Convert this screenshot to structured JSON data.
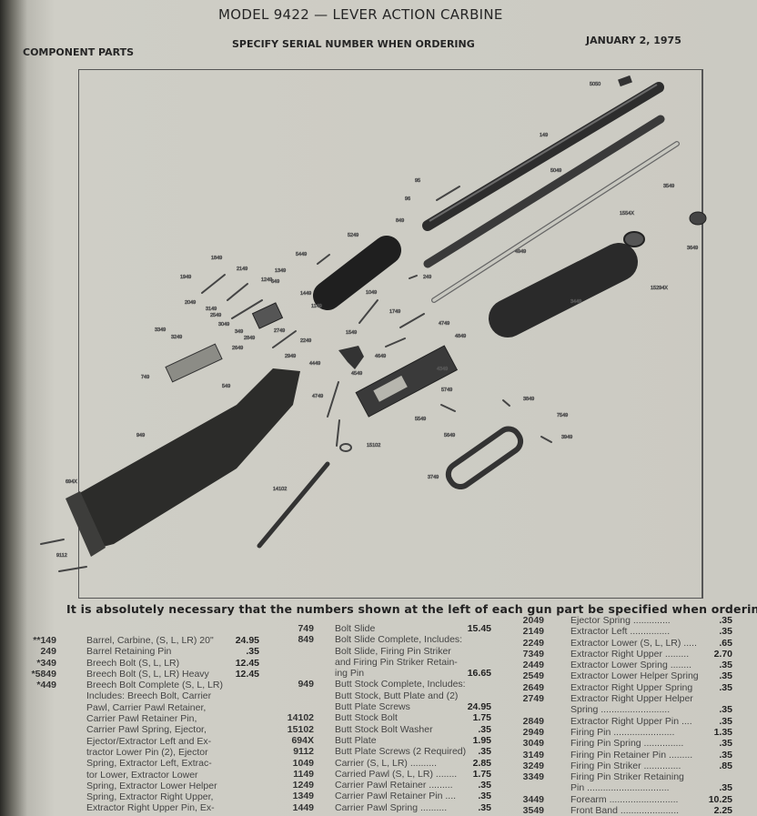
{
  "header": {
    "title": "MODEL 9422 — LEVER ACTION CARBINE",
    "left": "COMPONENT PARTS",
    "center": "SPECIFY SERIAL NUMBER WHEN ORDERING",
    "date": "JANUARY 2, 1975"
  },
  "diagram_labels": {
    "l5049a": "5050",
    "l149": "149",
    "l5049": "5049",
    "l4949": "4949",
    "l3449": "3449",
    "l3549": "3549",
    "l1554": "1554X",
    "l3649": "3649",
    "l1529": "15294X",
    "l249": "249",
    "l5249": "5249",
    "l849": "849",
    "l5449": "5449",
    "l1349": "1349",
    "l1249": "1249",
    "l1449": "1449",
    "l1149": "1149",
    "l1049": "1049",
    "l1749": "1749",
    "l1549": "1549",
    "l4749": "4749",
    "l4849": "4849",
    "l4349": "4349",
    "l4449": "4449",
    "l4549": "4549",
    "l4649": "4649",
    "l4749b": "4749",
    "l15102": "15102",
    "l14102": "14102",
    "l949": "949",
    "l694": "694X",
    "l9112": "9112",
    "l749": "749",
    "l3349": "3349",
    "l3249": "3249",
    "l549": "549",
    "l1849": "1849",
    "l1949": "1949",
    "l2149": "2149",
    "l2049": "2049",
    "l3149": "3149",
    "l2549": "2549",
    "l3049": "3049",
    "l349": "349",
    "l2749": "2749",
    "l2849": "2849",
    "l2249": "2249",
    "l2649": "2649",
    "l2949": "2949",
    "l5749": "5749",
    "l5549": "5549",
    "l5649": "5649",
    "l3849": "3849",
    "l7549": "7549",
    "l3749": "3749",
    "l3949": "3949",
    "l96": "96",
    "l95": "95",
    "l649": "649"
  },
  "notice": "It is absolutely necessary that the numbers shown at the left of each gun part be specified when ordering.",
  "parts_columns": [
    [
      {
        "num": "**149",
        "desc": "Barrel, Carbine, (S, L, LR) 20\"",
        "price": "24.95"
      },
      {
        "num": "249",
        "desc": "Barrel Retaining Pin",
        "price": ".35"
      },
      {
        "num": "*349",
        "desc": "Breech Bolt (S, L, LR)",
        "price": "12.45"
      },
      {
        "num": "*5849",
        "desc": "Breech Bolt (S, L, LR) Heavy",
        "price": "12.45"
      },
      {
        "num": "*449",
        "desc": "Breech Bolt Complete (S, L, LR)",
        "price": ""
      },
      {
        "num": "",
        "desc": "Includes: Breech Bolt, Carrier",
        "price": ""
      },
      {
        "num": "",
        "desc": "Pawl, Carrier Pawl Retainer,",
        "price": ""
      },
      {
        "num": "",
        "desc": "Carrier Pawl Retainer Pin,",
        "price": ""
      },
      {
        "num": "",
        "desc": "Carrier Pawl Spring, Ejector,",
        "price": ""
      },
      {
        "num": "",
        "desc": "Ejector/Extractor Left and Ex-",
        "price": ""
      },
      {
        "num": "",
        "desc": "tractor Lower Pin (2), Ejector",
        "price": ""
      },
      {
        "num": "",
        "desc": "Spring, Extractor Left, Extrac-",
        "price": ""
      },
      {
        "num": "",
        "desc": "tor Lower, Extractor Lower",
        "price": ""
      },
      {
        "num": "",
        "desc": "Spring, Extractor Lower Helper",
        "price": ""
      },
      {
        "num": "",
        "desc": "Spring, Extractor Right Upper,",
        "price": ""
      },
      {
        "num": "",
        "desc": "Extractor Right Upper Pin, Ex-",
        "price": ""
      }
    ],
    [
      {
        "num": "749",
        "desc": "Bolt Slide",
        "price": "15.45"
      },
      {
        "num": "849",
        "desc": "Bolt Slide Complete, Includes:",
        "price": ""
      },
      {
        "num": "",
        "desc": "Bolt Slide, Firing Pin Striker",
        "price": ""
      },
      {
        "num": "",
        "desc": "and Firing Pin Striker Retain-",
        "price": ""
      },
      {
        "num": "",
        "desc": "ing Pin",
        "price": "16.65"
      },
      {
        "num": "949",
        "desc": "Butt Stock Complete, Includes:",
        "price": ""
      },
      {
        "num": "",
        "desc": "Butt Stock, Butt Plate and (2)",
        "price": ""
      },
      {
        "num": "",
        "desc": "Butt Plate Screws",
        "price": "24.95"
      },
      {
        "num": "14102",
        "desc": "Butt Stock Bolt",
        "price": "1.75"
      },
      {
        "num": "15102",
        "desc": "Butt Stock Bolt Washer",
        "price": ".35"
      },
      {
        "num": "694X",
        "desc": "Butt Plate",
        "price": "1.95"
      },
      {
        "num": "9112",
        "desc": "Butt Plate Screws (2 Required)",
        "price": ".35"
      },
      {
        "num": "1049",
        "desc": "Carrier (S, L, LR) ..........",
        "price": "2.85"
      },
      {
        "num": "1149",
        "desc": "Carried Pawl (S, L, LR) ........",
        "price": "1.75"
      },
      {
        "num": "1249",
        "desc": "Carrier Pawl Retainer .........",
        "price": ".35"
      },
      {
        "num": "1349",
        "desc": "Carrier Pawl Retainer Pin ....",
        "price": ".35"
      },
      {
        "num": "1449",
        "desc": "Carrier Pawl Spring ..........",
        "price": ".35"
      }
    ],
    [
      {
        "num": "2049",
        "desc": "Ejector Spring ..............",
        "price": ".35"
      },
      {
        "num": "2149",
        "desc": "Extractor Left ...............",
        "price": ".35"
      },
      {
        "num": "2249",
        "desc": "Extractor Lower (S, L, LR) .....",
        "price": ".65"
      },
      {
        "num": "7349",
        "desc": "Extractor Right Upper .........",
        "price": "2.70"
      },
      {
        "num": "2449",
        "desc": "Extractor Lower Spring ........",
        "price": ".35"
      },
      {
        "num": "2549",
        "desc": "Extractor Lower Helper Spring",
        "price": ".35"
      },
      {
        "num": "2649",
        "desc": "Extractor Right Upper Spring",
        "price": ".35"
      },
      {
        "num": "2749",
        "desc": "Extractor Right Upper Helper",
        "price": ""
      },
      {
        "num": "",
        "desc": "Spring ..........................",
        "price": ".35"
      },
      {
        "num": "2849",
        "desc": "Extractor Right Upper Pin ....",
        "price": ".35"
      },
      {
        "num": "2949",
        "desc": "Firing Pin .......................",
        "price": "1.35"
      },
      {
        "num": "3049",
        "desc": "Firing Pin Spring ...............",
        "price": ".35"
      },
      {
        "num": "3149",
        "desc": "Firing Pin Retainer Pin .........",
        "price": ".35"
      },
      {
        "num": "3249",
        "desc": "Firing Pin Striker ..............",
        "price": ".85"
      },
      {
        "num": "3349",
        "desc": "Firing Pin Striker Retaining",
        "price": ""
      },
      {
        "num": "",
        "desc": "Pin ...............................",
        "price": ".35"
      },
      {
        "num": "3449",
        "desc": "Forearm ..........................",
        "price": "10.25"
      },
      {
        "num": "3549",
        "desc": "Front Band ......................",
        "price": "2.25"
      }
    ]
  ]
}
